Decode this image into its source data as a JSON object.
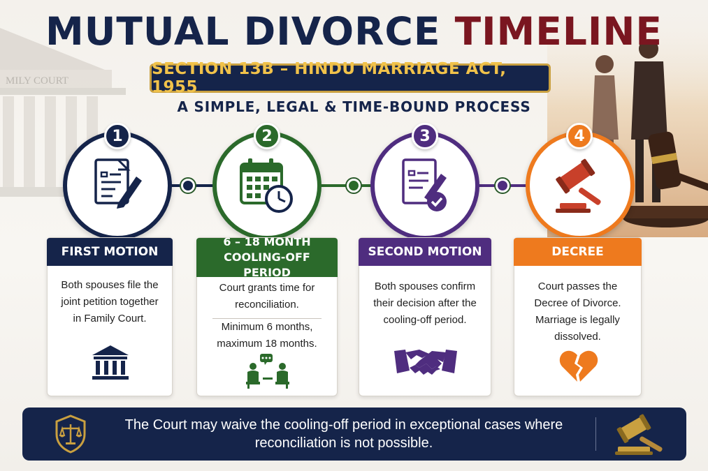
{
  "title": {
    "part1": "MUTUAL DIVORCE",
    "part2": "TIMELINE"
  },
  "subtitle": "SECTION 13B – HINDU MARRIAGE ACT, 1955",
  "tagline": "A SIMPLE, LEGAL & TIME-BOUND PROCESS",
  "background": {
    "court_sign": "MILY COURT"
  },
  "colors": {
    "navy": "#15244a",
    "maroon": "#7a1620",
    "green": "#2b6a2b",
    "purple": "#4f2d7f",
    "orange": "#ee7a1e",
    "gold": "#c9a040"
  },
  "steps": [
    {
      "number": "1",
      "heading": "FIRST MOTION",
      "text": "Both spouses file the joint petition together in Family Court.",
      "main_icon": "document-pen-icon",
      "card_icon": "courthouse-icon"
    },
    {
      "number": "2",
      "heading": "6 – 18 MONTH COOLING-OFF PERIOD",
      "text": "Court grants time for reconciliation.",
      "text2": "Minimum 6 months, maximum 18 months.",
      "main_icon": "calendar-clock-icon",
      "card_icon": "counseling-icon"
    },
    {
      "number": "3",
      "heading": "SECOND MOTION",
      "text": "Both spouses confirm their decision after the cooling-off period.",
      "main_icon": "document-check-icon",
      "card_icon": "handshake-icon"
    },
    {
      "number": "4",
      "heading": "DECREE",
      "text": "Court passes the Decree of Divorce. Marriage is legally dissolved.",
      "main_icon": "gavel-icon",
      "card_icon": "broken-heart-icon"
    }
  ],
  "footer": {
    "text": "The Court may waive the cooling-off period in exceptional cases where reconciliation is not possible.",
    "left_icon": "scales-shield-icon",
    "right_icon": "gavel-icon"
  }
}
